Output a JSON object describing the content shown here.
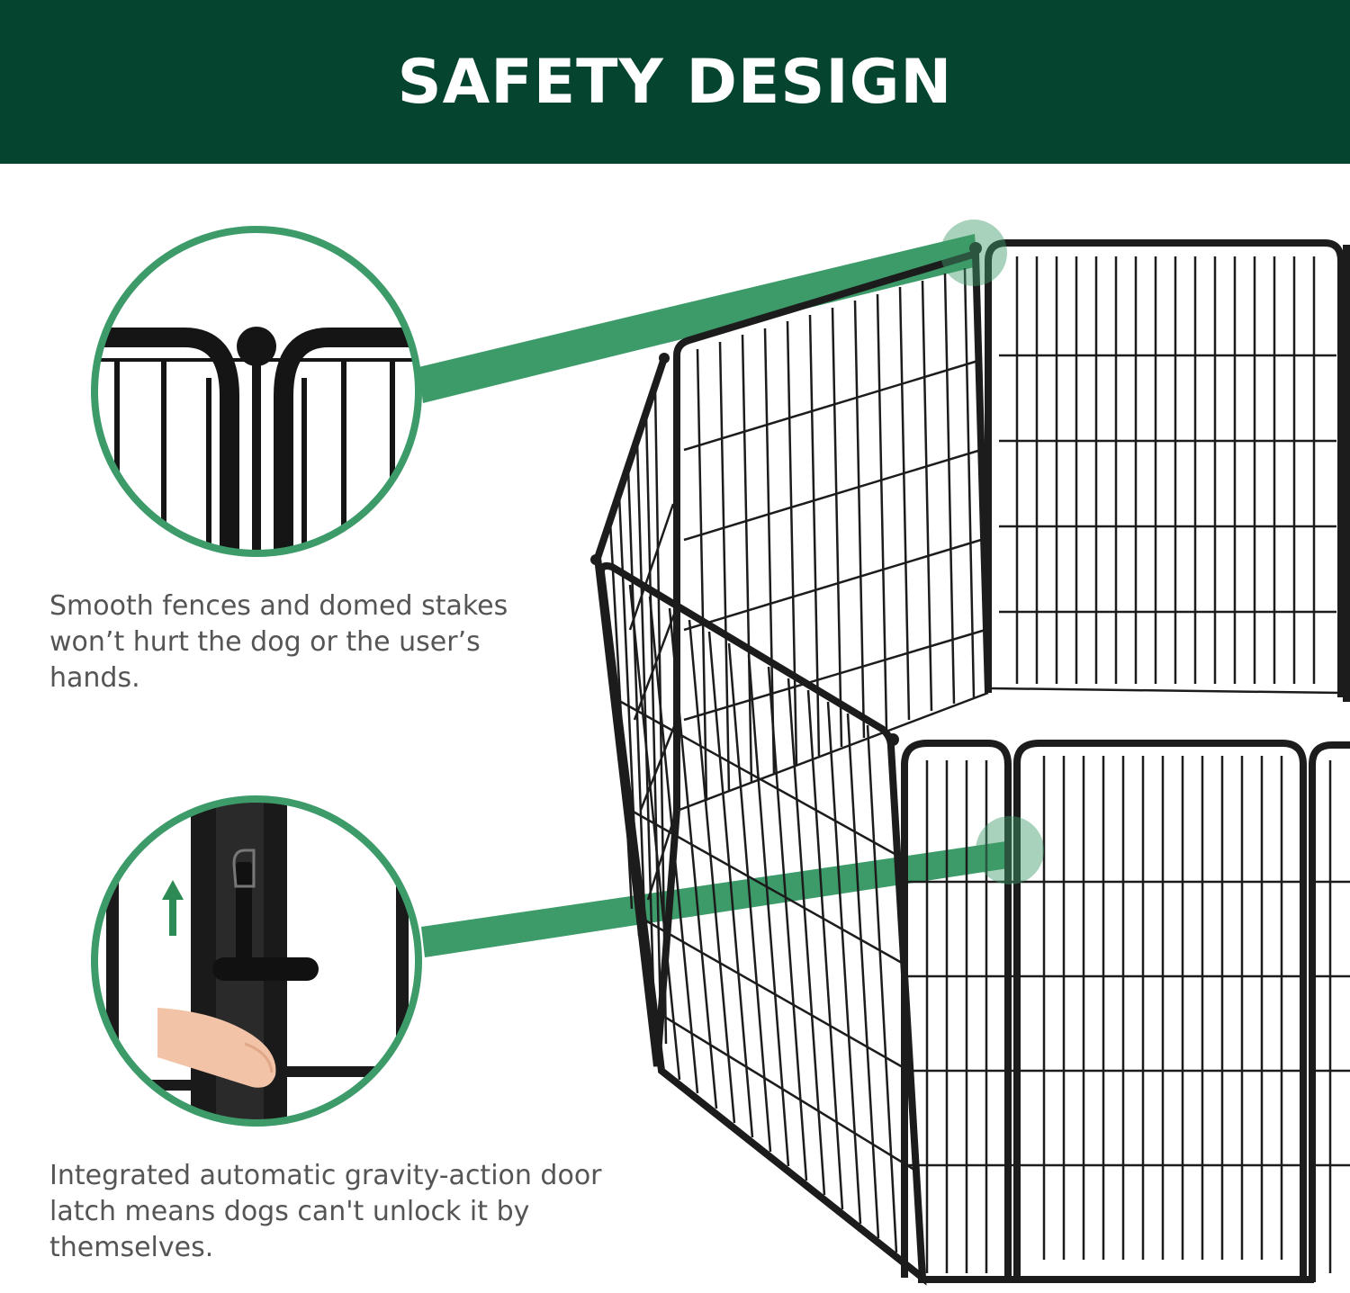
{
  "header": {
    "title": "SAFETY DESIGN",
    "background_color": "#05442e"
  },
  "accent_color": "#3d9b69",
  "features": [
    {
      "caption": "Smooth fences and domed stakes won’t hurt the dog or the user’s hands.",
      "icon": "domed-stake-closeup"
    },
    {
      "caption": "Integrated automatic gravity-action door latch means dogs can't unlock it by themselves.",
      "icon": "door-latch-closeup"
    }
  ],
  "product": {
    "icon": "octagonal-dog-playpen",
    "frame_color": "#1c1c1c"
  }
}
